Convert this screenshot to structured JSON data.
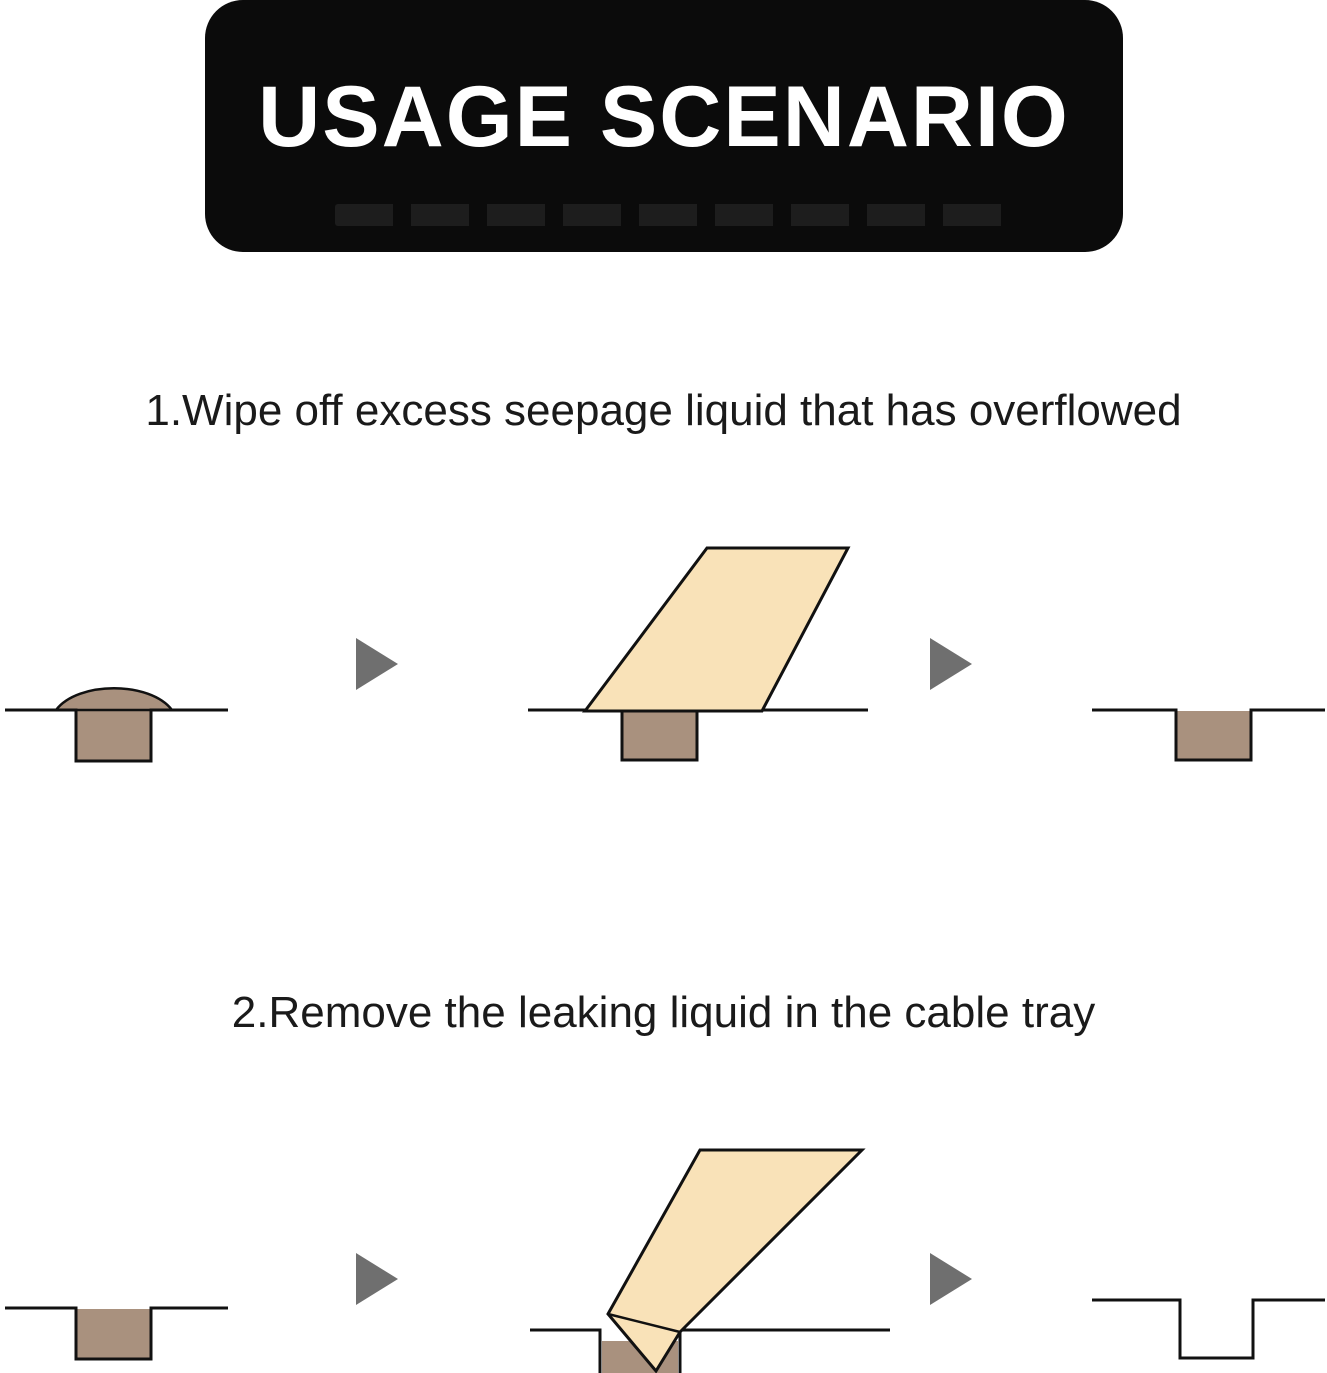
{
  "header": {
    "title": "USAGE SCENARIO"
  },
  "steps": [
    {
      "id": 1,
      "label": "1.Wipe off excess seepage liquid that has overflowed",
      "stages": [
        "groove-with-overflowing-liquid",
        "right-arrow",
        "wipe-card-over-groove",
        "right-arrow",
        "groove-liquid-level-flush"
      ]
    },
    {
      "id": 2,
      "label": "2.Remove the leaking liquid in the cable tray",
      "stages": [
        "groove-filled-with-liquid",
        "right-arrow",
        "folded-card-scooping-groove",
        "right-arrow",
        "empty-groove"
      ]
    }
  ],
  "colors": {
    "header_bg": "#0b0b0b",
    "header_text": "#ffffff",
    "body_text": "#1a1a1a",
    "liquid": "#a9917e",
    "tool": "#f9e2b8",
    "arrow": "#6f6f6f",
    "outline": "#111111",
    "background": "#ffffff"
  }
}
